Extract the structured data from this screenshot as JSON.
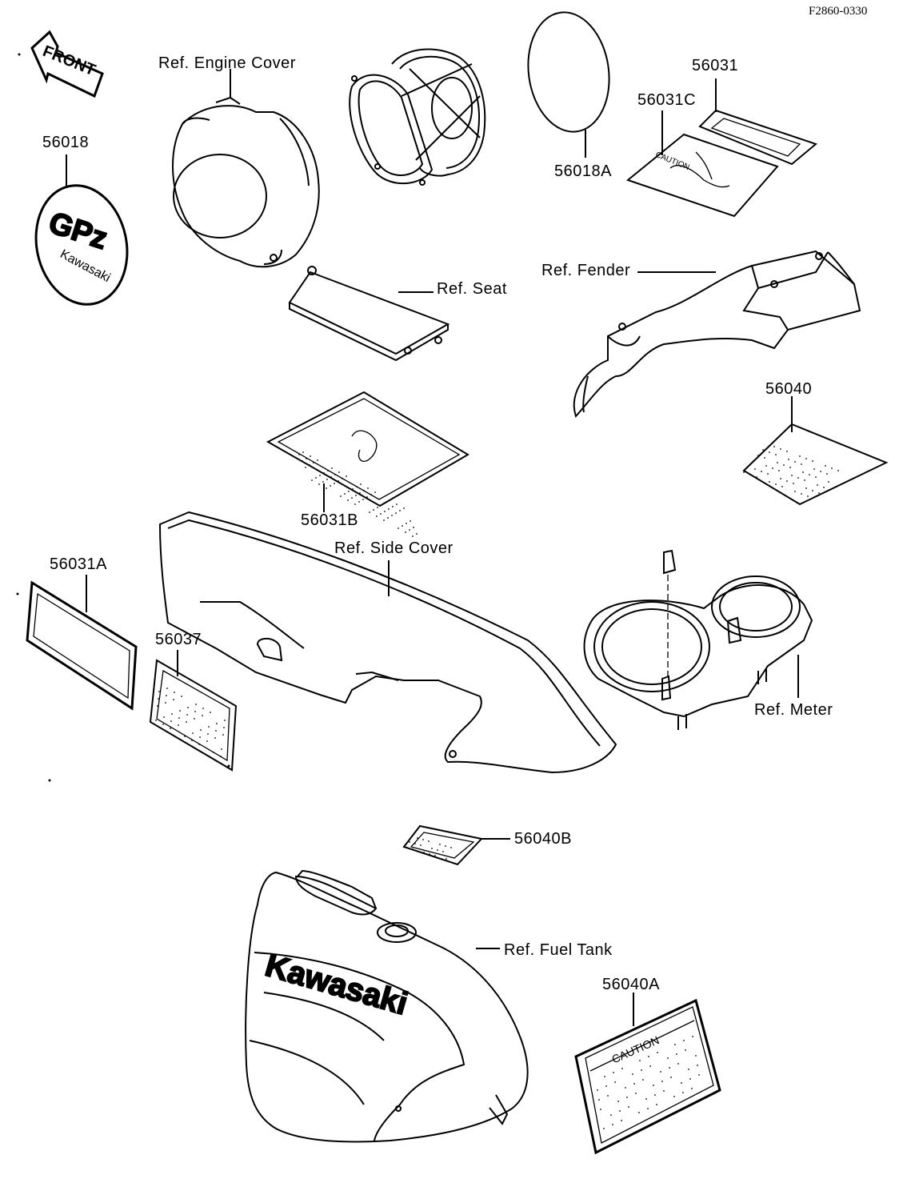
{
  "diagram_code": "F2860-0330",
  "front_arrow": "FRONT",
  "emblem": {
    "logo": "GPz",
    "brand": "Kawasaki"
  },
  "tank_logo": "Kawasaki",
  "caution_word": "CAUTION",
  "labels": {
    "p56018": "56018",
    "engine_cover": "Ref. Engine Cover",
    "p56018A": "56018A",
    "p56031": "56031",
    "p56031C": "56031C",
    "seat": "Ref. Seat",
    "fender": "Ref. Fender",
    "p56040": "56040",
    "p56031B": "56031B",
    "side_cover": "Ref. Side Cover",
    "p56031A": "56031A",
    "p56037": "56037",
    "meter": "Ref. Meter",
    "p56040B": "56040B",
    "fuel_tank": "Ref. Fuel Tank",
    "p56040A": "56040A"
  },
  "colors": {
    "ink": "#000000",
    "paper": "#ffffff"
  }
}
